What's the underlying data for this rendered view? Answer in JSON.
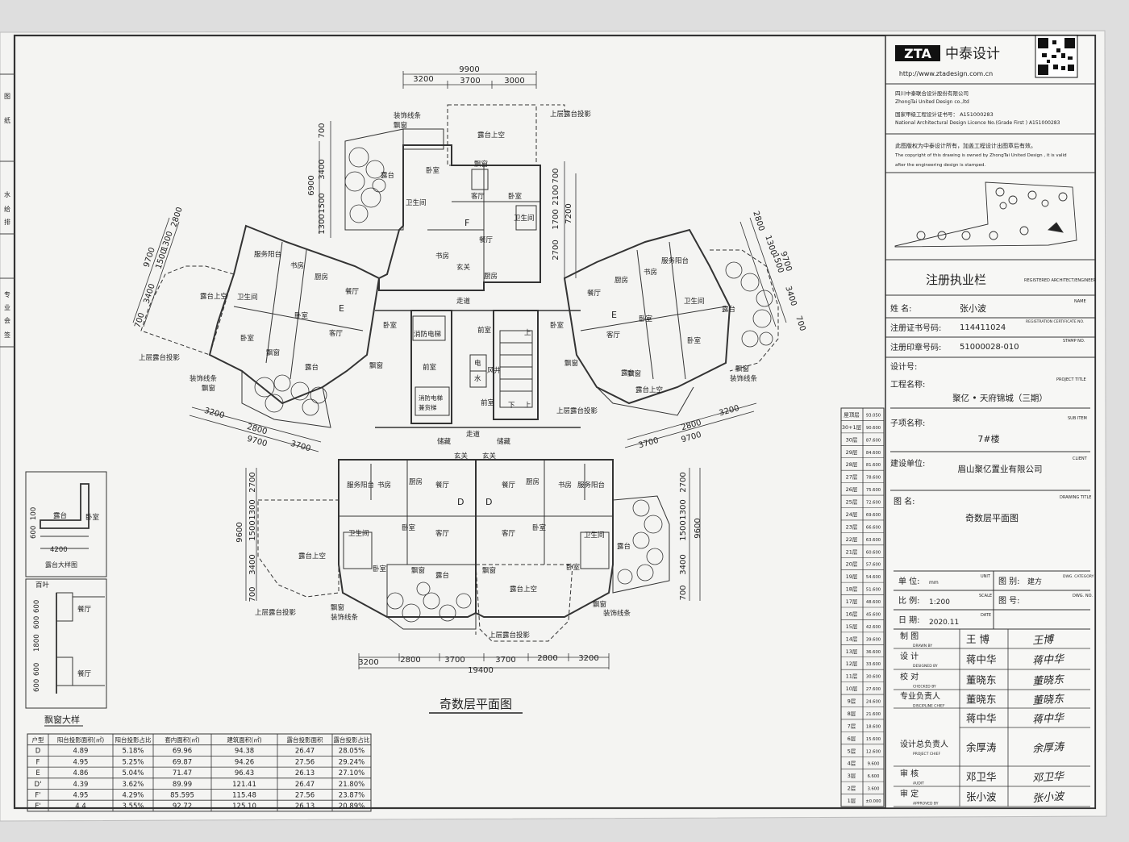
{
  "left_margin_labels": [
    "图",
    "纸",
    "水",
    "给",
    "排",
    "专",
    "业",
    "会",
    "签"
  ],
  "dims": {
    "top_total": "9900",
    "top_segs": [
      "3200",
      "3700",
      "3000"
    ],
    "left_v": [
      "700",
      "3400",
      "6900",
      "1500",
      "1300"
    ],
    "mid_v": [
      "700",
      "2100",
      "7200",
      "1700",
      "2700"
    ],
    "lw_v": [
      "2800",
      "9700",
      "1300",
      "1500",
      "3400",
      "700"
    ],
    "rw_v": [
      "2800",
      "9700",
      "1300",
      "1500",
      "3400",
      "700"
    ],
    "lw_bottom": [
      "3200",
      "2800",
      "9700",
      "3700"
    ],
    "rw_bottom": [
      "3700",
      "2800",
      "9700",
      "3200"
    ],
    "bottom_left_v": [
      "2700",
      "9600",
      "1300",
      "1500",
      "3400",
      "700"
    ],
    "bottom_right_v": [
      "2700",
      "9600",
      "1300",
      "1500",
      "3400",
      "700"
    ],
    "bottom_segs": [
      "3200",
      "2800",
      "3700",
      "3700",
      "2800",
      "3200"
    ],
    "bottom_total": "19400",
    "detail": [
      "4200",
      "600",
      "100",
      "100"
    ],
    "bay_detail": [
      "600",
      "600",
      "1800",
      "600",
      "600"
    ]
  },
  "rooms": {
    "decor_line": "装饰线条",
    "bay_window": "飘窗",
    "terrace_void": "露台上空",
    "upper_terrace": "上层露台投影",
    "terrace": "露台",
    "bedroom": "卧室",
    "living": "客厅",
    "dining": "餐厅",
    "kitchen": "厨房",
    "bath": "卫生间",
    "study": "书房",
    "foyer": "玄关",
    "service_balcony": "服务阳台",
    "corridor": "走道",
    "front_room": "前室",
    "fire_elev": "消防电梯",
    "fire_elev2": "消防电梯",
    "fire_elev3": "兼货梯",
    "elec": "电",
    "water": "水",
    "wind": "风井",
    "up": "上",
    "down": "下",
    "shaft": "储藏",
    "label_F": "F",
    "label_E": "E",
    "label_D": "D"
  },
  "titles": {
    "plan_title": "奇数层平面图",
    "bay_detail_title": "飘窗大样",
    "terrace_detail_title": "露台大样图",
    "detail_terrace": "露台",
    "detail_bedroom": "卧室",
    "detail_dining": "餐厅",
    "detail_top": "百叶"
  },
  "area_table": {
    "headers": [
      "户型",
      "阳台投影面积(㎡)",
      "阳台投影占比",
      "套内面积(㎡)",
      "建筑面积(㎡)",
      "露台投影面积",
      "露台投影占比"
    ],
    "rows": [
      [
        "D",
        "4.89",
        "5.18%",
        "69.96",
        "94.38",
        "26.47",
        "28.05%"
      ],
      [
        "F",
        "4.95",
        "5.25%",
        "69.87",
        "94.26",
        "27.56",
        "29.24%"
      ],
      [
        "E",
        "4.86",
        "5.04%",
        "71.47",
        "96.43",
        "26.13",
        "27.10%"
      ],
      [
        "D'",
        "4.39",
        "3.62%",
        "89.99",
        "121.41",
        "26.47",
        "21.80%"
      ],
      [
        "F'",
        "4.95",
        "4.29%",
        "85.595",
        "115.48",
        "27.56",
        "23.87%"
      ],
      [
        "E'",
        "4.4",
        "3.55%",
        "92.72",
        "125.10",
        "26.13",
        "20.89%"
      ]
    ]
  },
  "floor_table": {
    "rows": [
      [
        "屋顶层",
        "93.050"
      ],
      [
        "30+1层",
        "90.600"
      ],
      [
        "30层",
        "87.600"
      ],
      [
        "29层",
        "84.600"
      ],
      [
        "28层",
        "81.600"
      ],
      [
        "27层",
        "78.600"
      ],
      [
        "26层",
        "75.600"
      ],
      [
        "25层",
        "72.600"
      ],
      [
        "24层",
        "69.600"
      ],
      [
        "23层",
        "66.600"
      ],
      [
        "22层",
        "63.600"
      ],
      [
        "21层",
        "60.600"
      ],
      [
        "20层",
        "57.600"
      ],
      [
        "19层",
        "54.600"
      ],
      [
        "18层",
        "51.600"
      ],
      [
        "17层",
        "48.600"
      ],
      [
        "16层",
        "45.600"
      ],
      [
        "15层",
        "42.600"
      ],
      [
        "14层",
        "39.600"
      ],
      [
        "13层",
        "36.600"
      ],
      [
        "12层",
        "33.600"
      ],
      [
        "11层",
        "30.600"
      ],
      [
        "10层",
        "27.600"
      ],
      [
        "9层",
        "24.600"
      ],
      [
        "8层",
        "21.600"
      ],
      [
        "7层",
        "18.600"
      ],
      [
        "6层",
        "15.600"
      ],
      [
        "5层",
        "12.600"
      ],
      [
        "4层",
        "9.600"
      ],
      [
        "3层",
        "6.600"
      ],
      [
        "2层",
        "3.600"
      ],
      [
        "1层",
        "±0.000"
      ]
    ]
  },
  "title_block": {
    "logo": "ZTA",
    "company": "中泰设计",
    "url": "http://www.ztadesign.com.cn",
    "company_cn": "四川中泰联合设计股份有限公司",
    "company_en": "ZhongTai United Design co.,ltd",
    "cert_cn": "国家甲级工程设计证书号：  A151000283",
    "cert_en": "National Architectural Design Licence   No.(Grade First ) A151000283",
    "copyright_cn": "此图版权为中泰设计所有，加盖工程设计出图章后有效。",
    "copyright_en1": "The copyright of this drawing is owned by ZhongTai United Design , it is valid",
    "copyright_en2": "after the engineering design is stamped.",
    "registry_title": "注册执业栏",
    "registry_en": "REGISTERED ARCHITECT/ENGINEER",
    "name_label": "姓      名:",
    "name_value": "张小波",
    "name_en": "NAME",
    "cert_label": "注册证书号码:",
    "cert_value": "114411024",
    "cert_en_small": "REGISTRATION CERTIFICATE NO.",
    "stamp_label": "注册印章号码:",
    "stamp_value": "51000028-010",
    "stamp_en": "STAMP NO.",
    "design_no_label": "设计号:",
    "project_label": "工程名称:",
    "project_en": "PROJECT TITLE",
    "project_value": "聚亿 • 天府锦城（三期）",
    "sub_label": "子项名称:",
    "sub_en": "SUB ITEM",
    "sub_value": "7#楼",
    "client_label": "建设单位:",
    "client_en": "CLIENT",
    "client_value": "眉山聚亿置业有限公司",
    "drawing_label": "图  名:",
    "drawing_en": "DRAWING TITLE",
    "drawing_value": "奇数层平面图",
    "unit_label": "单  位:",
    "unit_value": "mm",
    "unit_en": "UNIT",
    "cat_label": "图  别:",
    "cat_value": "建方",
    "cat_en": "DWG. CATEGORY",
    "scale_label": "比  例:",
    "scale_value": "1:200",
    "scale_en": "SCALE",
    "dwgno_label": "图  号:",
    "dwgno_en": "DWG. NO.",
    "date_label": "日  期:",
    "date_value": "2020.11",
    "date_en": "DATE",
    "people": [
      {
        "role": "制      图",
        "en": "DRAWN BY",
        "name": "王  博",
        "sign": "王博"
      },
      {
        "role": "设      计",
        "en": "DESIGNED BY",
        "name": "蒋中华",
        "sign": "蒋中华"
      },
      {
        "role": "校      对",
        "en": "CHECKED BY",
        "name": "董晓东",
        "sign": "董晓东"
      },
      {
        "role": "专业负责人",
        "en": "DISCIPLINE CHIEF",
        "name": "董晓东",
        "sign": "董晓东"
      },
      {
        "role": "",
        "en": "",
        "name": "蒋中华",
        "sign": "蒋中华"
      },
      {
        "role": "设计总负责人",
        "en": "PROJECT CHIEF",
        "name": "余厚涛",
        "sign": "余厚涛"
      },
      {
        "role": "审      核",
        "en": "AUDIT",
        "name": "邓卫华",
        "sign": "邓卫华"
      },
      {
        "role": "审      定",
        "en": "APPROVED BY",
        "name": "张小波",
        "sign": "张小波"
      }
    ]
  }
}
